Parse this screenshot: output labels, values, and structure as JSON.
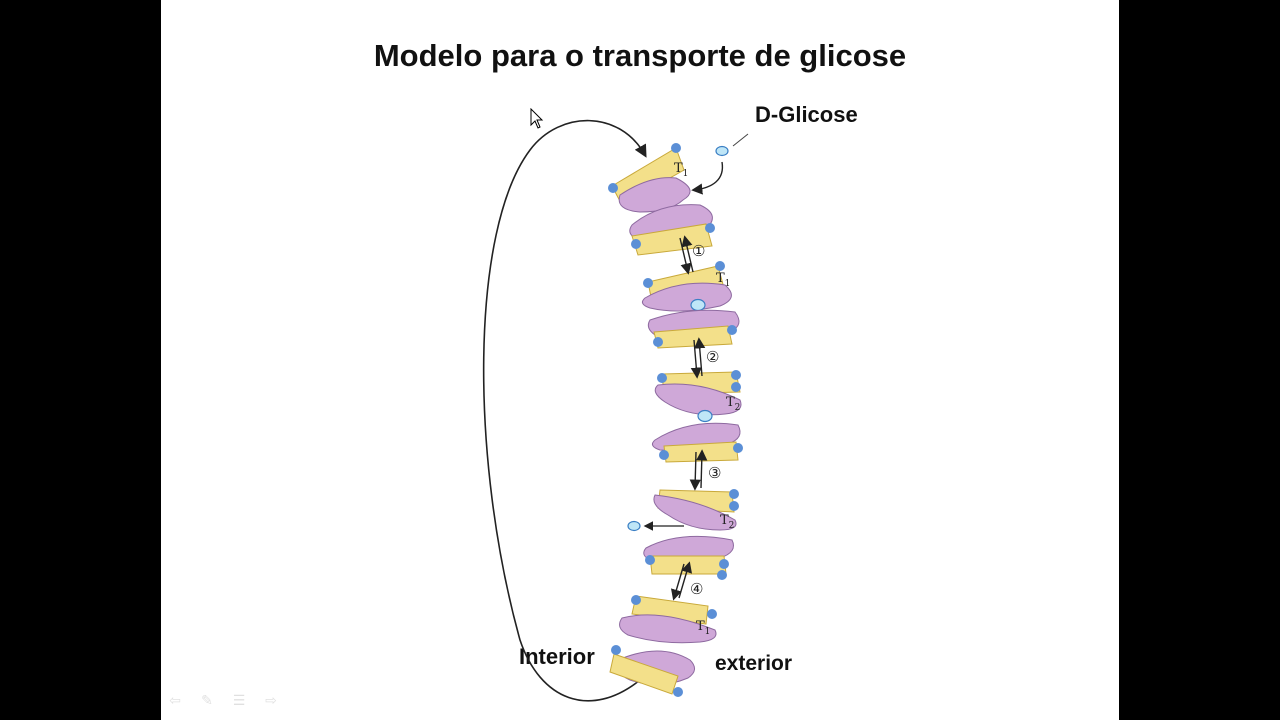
{
  "slide": {
    "title": "Modelo para o transporte de glicose"
  },
  "diagram": {
    "substrate_label": "D-Glicose",
    "interior_label": "Interior",
    "exterior_label": "exterior",
    "steps": [
      "①",
      "②",
      "③",
      "④"
    ],
    "conformations": [
      {
        "letter": "T",
        "sub": "1"
      },
      {
        "letter": "T",
        "sub": "1"
      },
      {
        "letter": "T",
        "sub": "2"
      },
      {
        "letter": "T",
        "sub": "2"
      },
      {
        "letter": "T",
        "sub": "1"
      }
    ]
  },
  "colors": {
    "protein": "#cfa8d8",
    "protein_stroke": "#8e6aa0",
    "helix": "#f3e08a",
    "helix_stroke": "#c9a93a",
    "lipid_head": "#5b8fd6",
    "glucose": "#bfe6f7"
  },
  "controls": [
    "prev-icon",
    "pen-icon",
    "menu-icon",
    "next-icon"
  ]
}
